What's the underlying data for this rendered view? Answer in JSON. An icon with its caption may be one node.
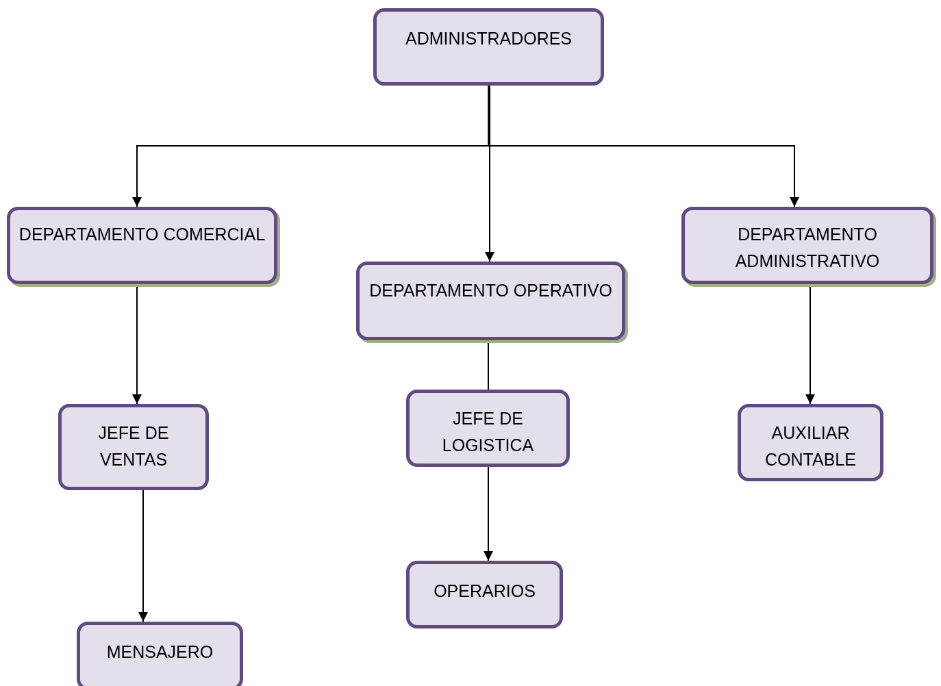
{
  "diagram": {
    "nodes": [
      {
        "text": [
          "ADMINISTRADORES"
        ]
      },
      {
        "text": [
          "DEPARTAMENTO COMERCIAL"
        ]
      },
      {
        "text": [
          "DEPARTAMENTO OPERATIVO"
        ]
      },
      {
        "text": [
          "DEPARTAMENTO ADMINISTRATIVO"
        ]
      },
      {
        "text": [
          "JEFE DE VENTAS"
        ]
      },
      {
        "text": [
          "JEFE DE LOGISTICA"
        ]
      },
      {
        "text": [
          "AUXILIAR CONTABLE"
        ]
      },
      {
        "text": [
          "MENSAJERO"
        ]
      },
      {
        "text": [
          "OPERARIOS"
        ]
      }
    ],
    "edges": [
      {
        "from": 0,
        "to": 1,
        "arrow": "to"
      },
      {
        "from": 0,
        "to": 2,
        "arrow": "to"
      },
      {
        "from": 0,
        "to": 3,
        "arrow": "to"
      },
      {
        "from": 1,
        "to": 4,
        "arrow": "to"
      },
      {
        "from": 2,
        "to": 5,
        "arrow": "none"
      },
      {
        "from": 3,
        "to": 6,
        "arrow": "to"
      },
      {
        "from": 4,
        "to": 7,
        "arrow": "to"
      },
      {
        "from": 5,
        "to": 8,
        "arrow": "to"
      }
    ]
  }
}
